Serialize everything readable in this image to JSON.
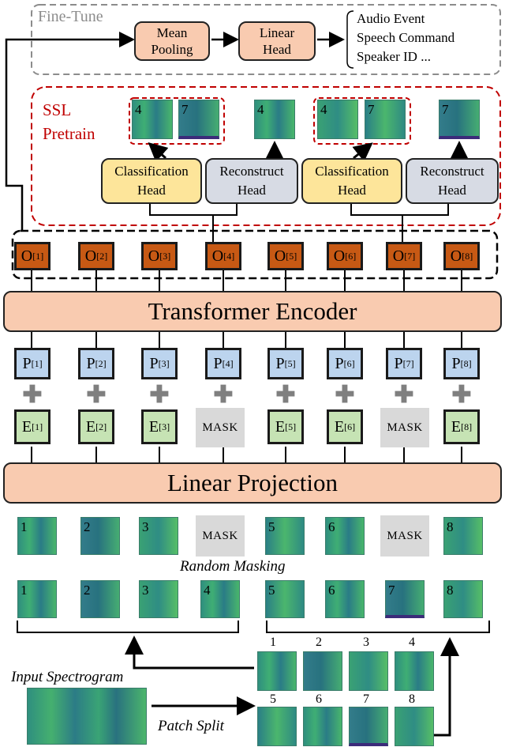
{
  "fine_tune": {
    "label": "Fine-Tune",
    "mean_pooling": "Mean\nPooling",
    "linear_head": "Linear\nHead",
    "tasks": [
      "Audio Event",
      "Speech Command",
      "Speaker ID ..."
    ]
  },
  "ssl": {
    "label_line1": "SSL",
    "label_line2": "Pretrain",
    "heads": [
      {
        "title": "Classification\nHead",
        "kind": "classification"
      },
      {
        "title": "Reconstruct\nHead",
        "kind": "reconstruct"
      },
      {
        "title": "Classification\nHead",
        "kind": "classification"
      },
      {
        "title": "Reconstruct\nHead",
        "kind": "reconstruct"
      }
    ],
    "outputs_left_pair": [
      "4",
      "7"
    ],
    "output_left_single": "4",
    "outputs_right_pair": [
      "4",
      "7"
    ],
    "output_right_single": "7"
  },
  "o_tokens": [
    "1",
    "2",
    "3",
    "4",
    "5",
    "6",
    "7",
    "8"
  ],
  "o_prefix": "O",
  "transformer": "Transformer Encoder",
  "p_tokens": [
    "1",
    "2",
    "3",
    "4",
    "5",
    "6",
    "7",
    "8"
  ],
  "p_prefix": "P",
  "e_tokens": [
    "[1]",
    "[2]",
    "[3]",
    "MASK",
    "[5]",
    "[6]",
    "MASK",
    "[8]"
  ],
  "e_prefix": "E",
  "linear_projection": "Linear Projection",
  "masked_patches": [
    "1",
    "2",
    "3",
    "MASK",
    "5",
    "6",
    "MASK",
    "8"
  ],
  "random_masking": "Random Masking",
  "all_patches": [
    "1",
    "2",
    "3",
    "4",
    "5",
    "6",
    "7",
    "8"
  ],
  "grid_patches": [
    "1",
    "2",
    "3",
    "4",
    "5",
    "6",
    "7",
    "8"
  ],
  "input_spectrogram": "Input Spectrogram",
  "patch_split": "Patch Split"
}
